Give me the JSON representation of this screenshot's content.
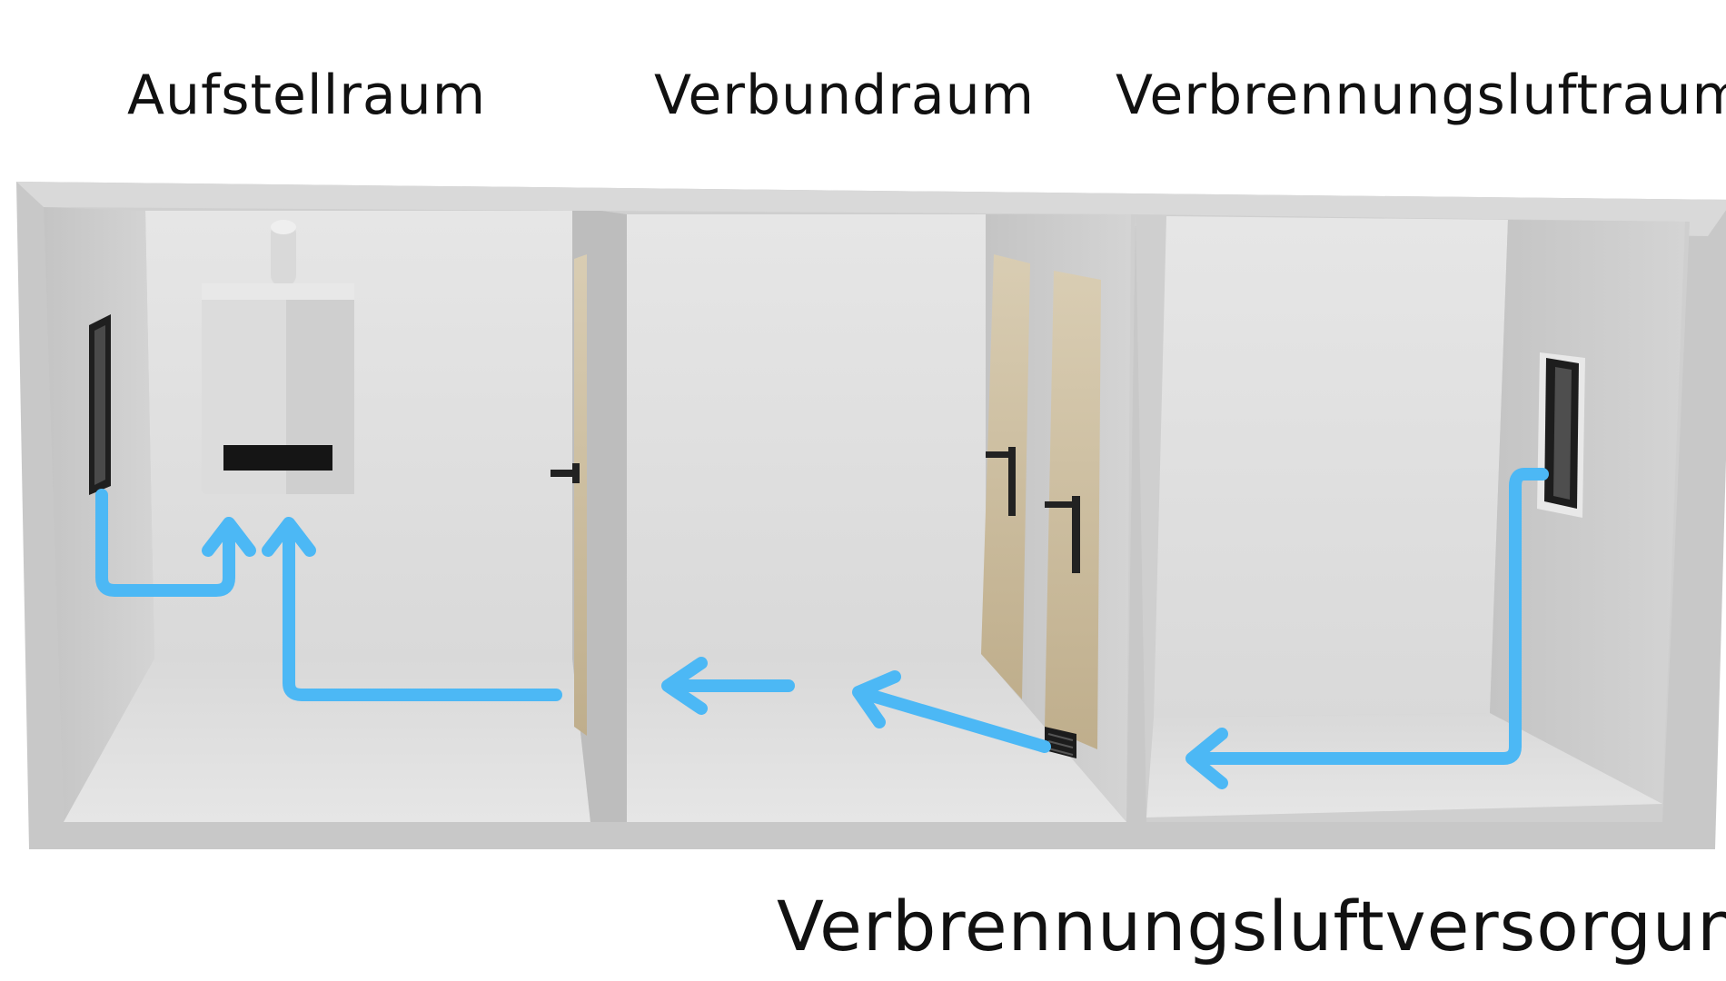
{
  "labels": {
    "room_1": "Aufstellraum",
    "room_2": "Verbundraum",
    "room_3": "Verbrennungsluftraum",
    "caption": "Verbrennungsluftversorgung"
  },
  "colors": {
    "arrow": "#4cb8f5",
    "wall": "#cfcfcf",
    "wall_top": "#d8d8d8",
    "floor": "#dcdcdc",
    "back_wall": "#e3e3e3",
    "door": "#d6c7a8"
  },
  "icons": {
    "boiler": "wall-boiler-icon",
    "window": "window-icon",
    "door": "door-icon",
    "vent": "vent-grille-icon"
  }
}
